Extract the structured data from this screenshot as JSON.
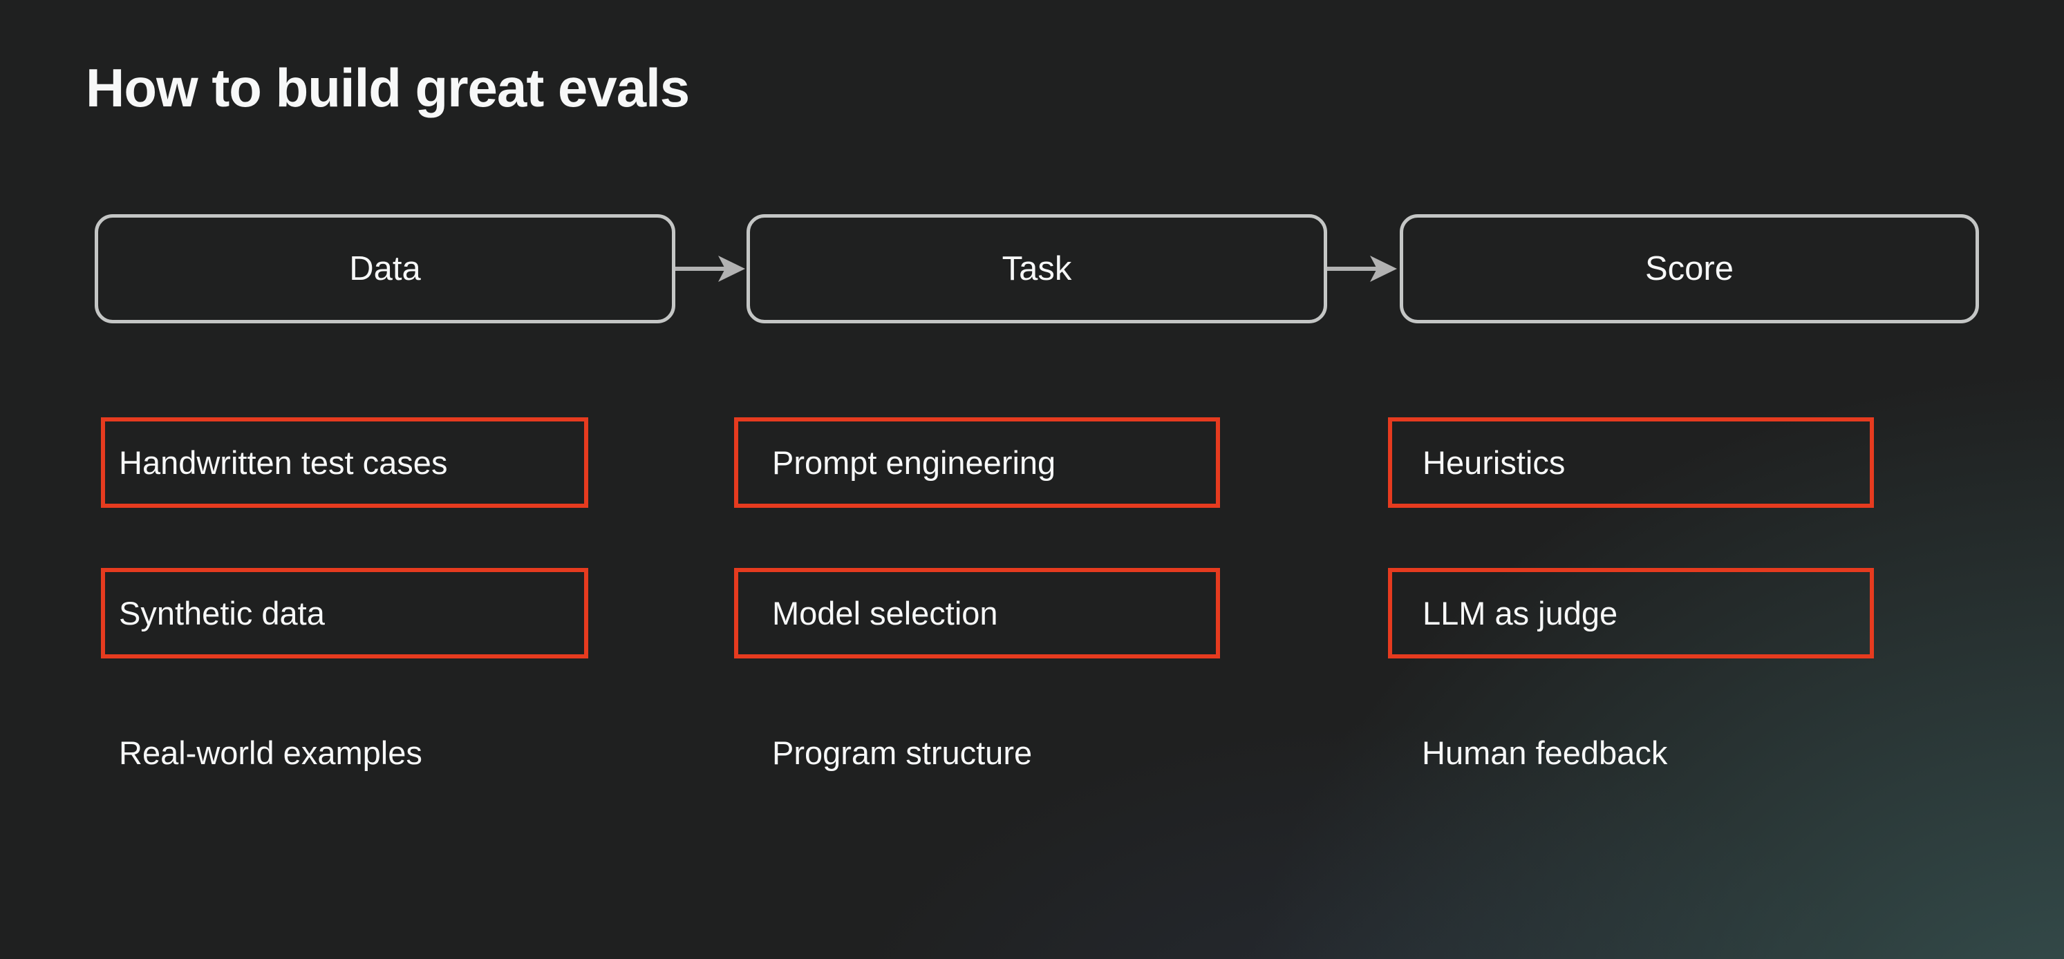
{
  "title": "How to build great evals",
  "flow_nodes": [
    {
      "label": "Data"
    },
    {
      "label": "Task"
    },
    {
      "label": "Score"
    }
  ],
  "columns": [
    {
      "highlighted_items": [
        {
          "label": "Handwritten test cases"
        },
        {
          "label": "Synthetic data"
        }
      ],
      "plain_item": {
        "label": "Real-world examples"
      }
    },
    {
      "highlighted_items": [
        {
          "label": "Prompt engineering"
        },
        {
          "label": "Model selection"
        }
      ],
      "plain_item": {
        "label": "Program structure"
      }
    },
    {
      "highlighted_items": [
        {
          "label": "Heuristics"
        },
        {
          "label": "LLM as judge"
        }
      ],
      "plain_item": {
        "label": "Human feedback"
      }
    }
  ],
  "icons": {
    "flow_arrow": "right-arrow"
  },
  "colors": {
    "background": "#1f2020",
    "background_glow_teal": "#3e605f",
    "background_tint_blue": "#405276",
    "text": "#f7f8f8",
    "node_border": "#c4c6c5",
    "arrow": "#b2b2b2",
    "highlight_border": "#e63b1f"
  }
}
